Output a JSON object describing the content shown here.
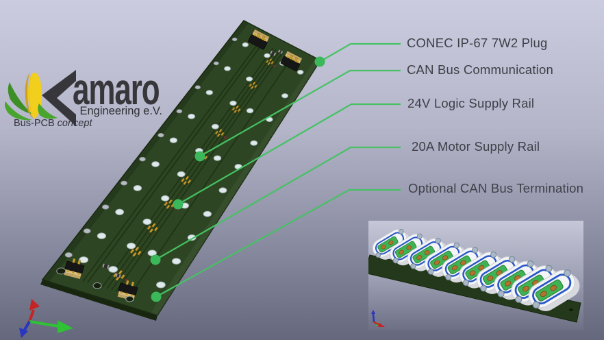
{
  "logo": {
    "brand": "amaro",
    "subtitle": "Engineering e.V.",
    "caption": "Bus-PCB",
    "caption_italic": "concept"
  },
  "callouts": [
    {
      "label": "CONEC IP-67 7W2 Plug"
    },
    {
      "label": "CAN Bus Communication"
    },
    {
      "label": "24V Logic Supply Rail"
    },
    {
      "label": "20A Motor Supply Rail"
    },
    {
      "label": "Optional CAN Bus Termination"
    }
  ],
  "colors": {
    "callout_line": "#46c164",
    "callout_dot": "#3bb85a",
    "label_text": "#3e3f47",
    "pcb_green": "#2d4522",
    "pcb_edge": "#1b2b12",
    "trace": "#1e3214",
    "pad_white": "#dde9eb",
    "gold": "#c59d2f",
    "logo_text": "#37373b",
    "corn_yellow": "#f3cf1d",
    "leaf_green": "#4aa52f",
    "axis_red": "#c32525",
    "axis_green": "#2ec234",
    "axis_blue": "#2a35c0"
  },
  "icons": {
    "corn": "corn-logo-icon",
    "axis_gizmo": "xyz-axis-gizmo",
    "axis_gizmo_inset": "xyz-axis-gizmo-small"
  }
}
